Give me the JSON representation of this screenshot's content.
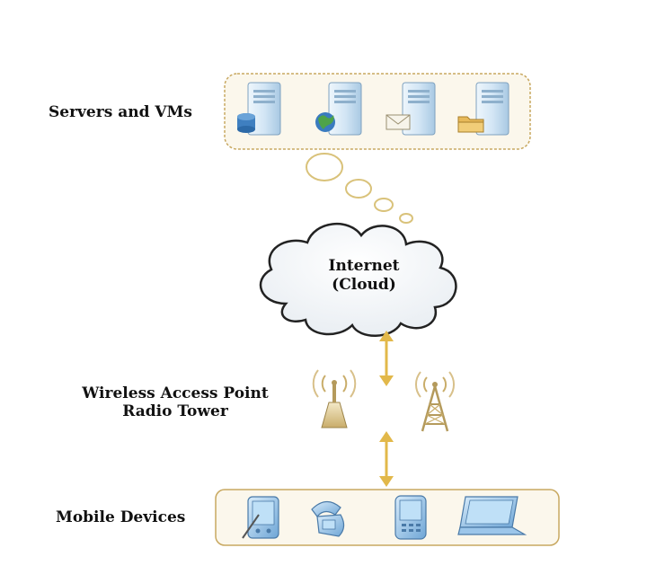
{
  "labels": {
    "servers": "Servers and VMs",
    "wireless_line1": "Wireless Access Point",
    "wireless_line2": "Radio Tower",
    "mobile": "Mobile Devices"
  },
  "cloud": {
    "line1": "Internet",
    "line2": "(Cloud)"
  },
  "colors": {
    "group_border": "#c8a860",
    "group_fill": "#fbf7ec",
    "arrow": "#e2b84a",
    "cloud_stroke": "#222222",
    "bubble_stroke": "#d9c27a",
    "server_body": "#cfe3f3",
    "device_body": "#8fbfe6"
  },
  "icons": {
    "servers": [
      "database-server-icon",
      "web-server-icon",
      "mail-server-icon",
      "file-server-icon"
    ],
    "towers": [
      "access-point-icon",
      "radio-tower-icon"
    ],
    "devices": [
      "pda-icon",
      "flip-phone-icon",
      "smartphone-icon",
      "laptop-icon"
    ]
  }
}
